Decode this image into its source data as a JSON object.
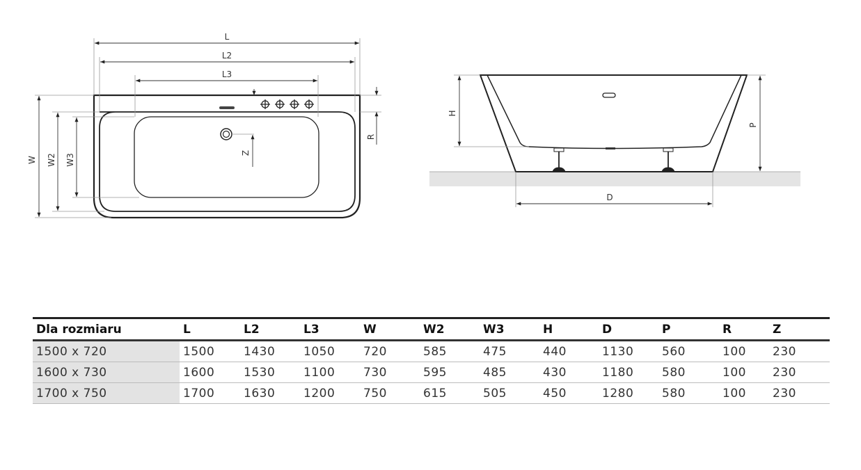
{
  "diagram": {
    "plan_labels": {
      "L": "L",
      "L2": "L2",
      "L3": "L3",
      "W": "W",
      "W2": "W2",
      "W3": "W3",
      "R": "R",
      "Z": "Z"
    },
    "side_labels": {
      "H": "H",
      "P": "P",
      "D": "D"
    }
  },
  "table": {
    "headers": [
      "Dla rozmiaru",
      "L",
      "L2",
      "L3",
      "W",
      "W2",
      "W3",
      "H",
      "D",
      "P",
      "R",
      "Z"
    ],
    "rows": [
      [
        "1500 x 720",
        "1500",
        "1430",
        "1050",
        "720",
        "585",
        "475",
        "440",
        "1130",
        "560",
        "100",
        "230"
      ],
      [
        "1600 x 730",
        "1600",
        "1530",
        "1100",
        "730",
        "595",
        "485",
        "430",
        "1180",
        "580",
        "100",
        "230"
      ],
      [
        "1700 x 750",
        "1700",
        "1630",
        "1200",
        "750",
        "615",
        "505",
        "450",
        "1280",
        "580",
        "100",
        "230"
      ]
    ]
  }
}
